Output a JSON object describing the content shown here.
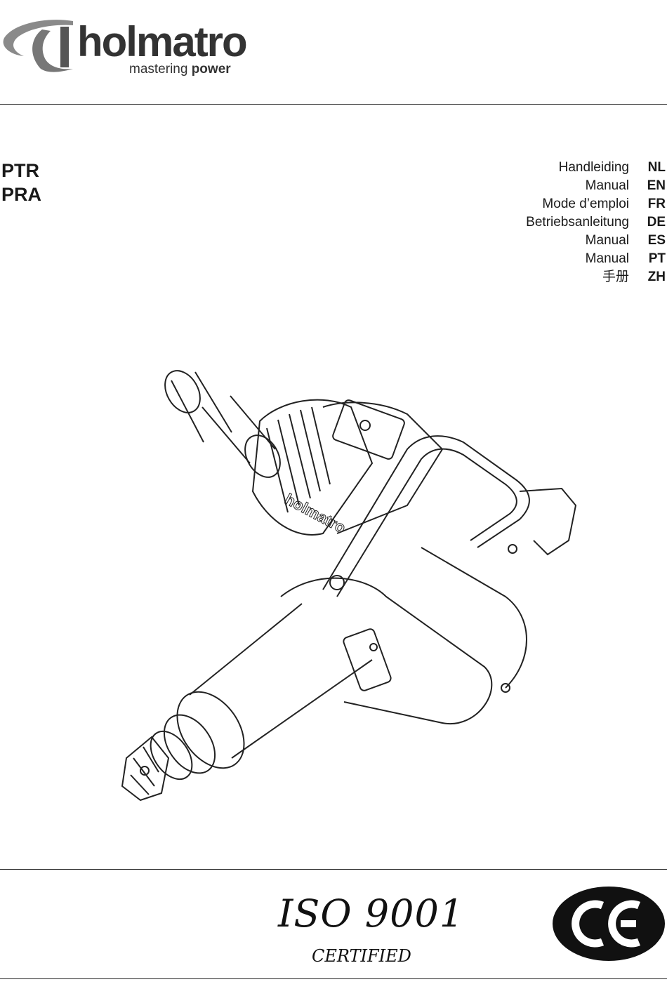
{
  "brand": {
    "name": "holmatro",
    "tagline_light": "mastering",
    "tagline_bold": "power"
  },
  "models": [
    "PTR",
    "PRA"
  ],
  "languages": [
    {
      "name": "Handleiding",
      "code": "NL"
    },
    {
      "name": "Manual",
      "code": "EN"
    },
    {
      "name": "Mode d’emploi",
      "code": "FR"
    },
    {
      "name": "Betriebsanleitung",
      "code": "DE"
    },
    {
      "name": "Manual",
      "code": "ES"
    },
    {
      "name": "Manual",
      "code": "PT"
    },
    {
      "name": "手册",
      "code": "ZH"
    }
  ],
  "product_label": "holmatro",
  "certification": {
    "standard": "ISO 9001",
    "status": "CERTIFIED"
  },
  "ce_mark": "CE",
  "colors": {
    "logo_gray": "#333333",
    "swoosh_gray": "#8a8a8a",
    "ink": "#1a1a1a"
  }
}
